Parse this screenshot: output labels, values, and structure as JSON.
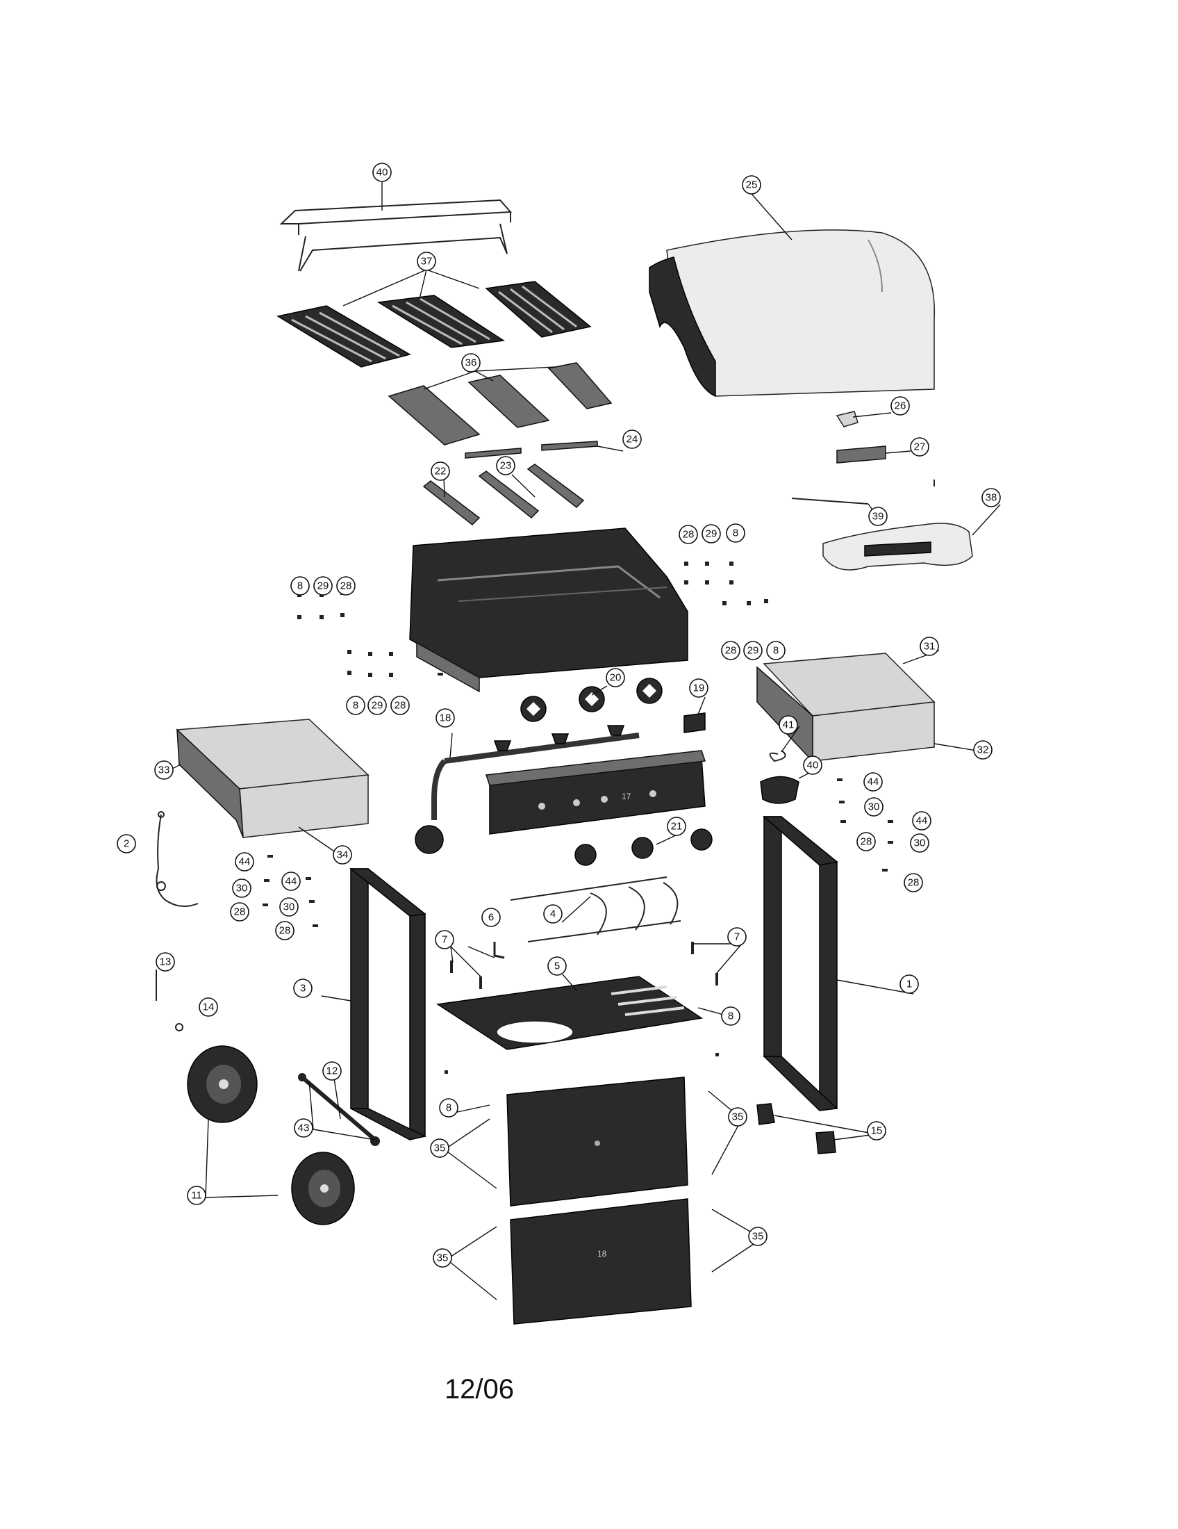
{
  "date_code": "12/06",
  "callouts": [
    "40",
    "25",
    "37",
    "36",
    "26",
    "27",
    "24",
    "23",
    "22",
    "39",
    "38",
    "28",
    "29",
    "8",
    "8",
    "29",
    "28",
    "28",
    "29",
    "8",
    "8",
    "29",
    "28",
    "20",
    "19",
    "18",
    "31",
    "41",
    "32",
    "33",
    "40",
    "44",
    "30",
    "44",
    "2",
    "34",
    "21",
    "28",
    "30",
    "44",
    "44",
    "30",
    "30",
    "28",
    "28",
    "28",
    "4",
    "6",
    "7",
    "7",
    "13",
    "3",
    "5",
    "1",
    "14",
    "8",
    "12",
    "8",
    "11",
    "43",
    "35",
    "35",
    "15",
    "35",
    "35",
    "17",
    "18"
  ]
}
